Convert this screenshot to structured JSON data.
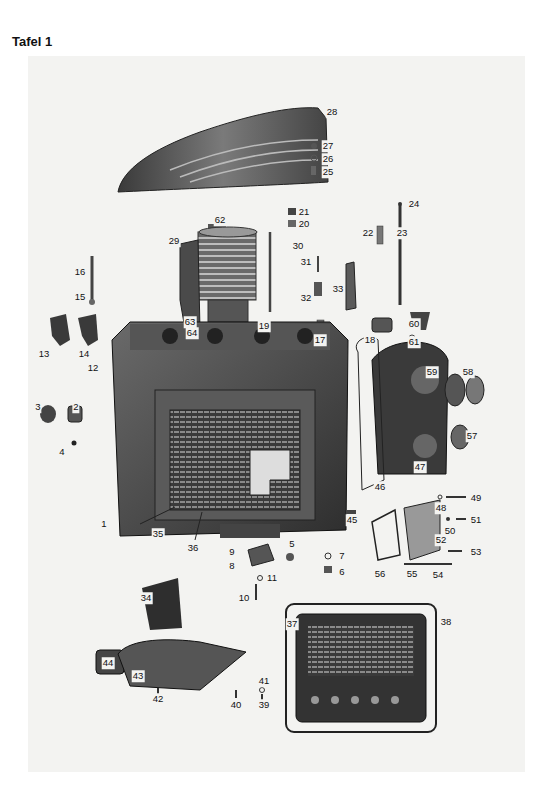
{
  "diagram": {
    "title": "Tafel 1",
    "labels": [
      "1",
      "2",
      "3",
      "4",
      "5",
      "6",
      "7",
      "8",
      "9",
      "10",
      "11",
      "12",
      "13",
      "14",
      "15",
      "16",
      "17",
      "18",
      "19",
      "20",
      "21",
      "22",
      "23",
      "24",
      "25",
      "26",
      "27",
      "28",
      "29",
      "30",
      "31",
      "32",
      "33",
      "34",
      "35",
      "36",
      "37",
      "38",
      "39",
      "40",
      "41",
      "42",
      "43",
      "44",
      "45",
      "46",
      "47",
      "48",
      "49",
      "50",
      "51",
      "52",
      "53",
      "54",
      "55",
      "56",
      "57",
      "58",
      "59",
      "60",
      "61",
      "62",
      "63",
      "64"
    ]
  }
}
